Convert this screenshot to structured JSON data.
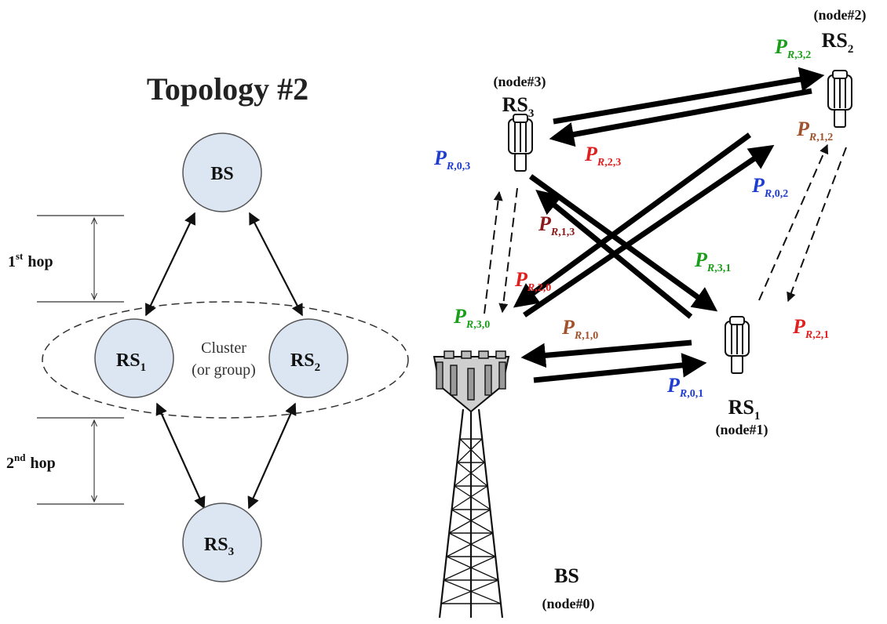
{
  "topology": {
    "title": "Topology #2",
    "nodes": {
      "bs": "BS",
      "rs1": {
        "base": "RS",
        "sub": "1"
      },
      "rs2": {
        "base": "RS",
        "sub": "2"
      },
      "rs3": {
        "base": "RS",
        "sub": "3"
      }
    },
    "cluster_line1": "Cluster",
    "cluster_line2": "(or group)",
    "hop1": {
      "num": "1",
      "sup": "st",
      "word": "hop"
    },
    "hop2": {
      "num": "2",
      "sup": "nd",
      "word": "hop"
    },
    "colors": {
      "node_fill": "#dce6f2",
      "node_stroke": "#555555"
    }
  },
  "network": {
    "bs": {
      "name": "BS",
      "id": "(node#0)"
    },
    "rs1": {
      "base": "RS",
      "sub": "1",
      "id": "(node#1)"
    },
    "rs2": {
      "base": "RS",
      "sub": "2",
      "id": "(node#2)"
    },
    "rs3": {
      "base": "RS",
      "sub": "3",
      "id": "(node#3)"
    },
    "power_labels": [
      {
        "key": "p32",
        "letter": "P",
        "r": "R",
        "idx": ",3,2",
        "color": "#1a9e1a"
      },
      {
        "key": "p12",
        "letter": "P",
        "r": "R",
        "idx": ",1,2",
        "color": "#a0522d"
      },
      {
        "key": "p03",
        "letter": "P",
        "r": "R",
        "idx": ",0,3",
        "color": "#1e3ccf"
      },
      {
        "key": "p23",
        "letter": "P",
        "r": "R",
        "idx": ",2,3",
        "color": "#e02020"
      },
      {
        "key": "p02",
        "letter": "P",
        "r": "R",
        "idx": ",0,2",
        "color": "#1e3ccf"
      },
      {
        "key": "p13",
        "letter": "P",
        "r": "R",
        "idx": ",1,3",
        "color": "#8b1a1a"
      },
      {
        "key": "p31",
        "letter": "P",
        "r": "R",
        "idx": ",3,1",
        "color": "#1a9e1a"
      },
      {
        "key": "p20",
        "letter": "P",
        "r": "R",
        "idx": ",2,0",
        "color": "#e02020"
      },
      {
        "key": "p30",
        "letter": "P",
        "r": "R",
        "idx": ",3,0",
        "color": "#1a9e1a"
      },
      {
        "key": "p10",
        "letter": "P",
        "r": "R",
        "idx": ",1,0",
        "color": "#a0522d"
      },
      {
        "key": "p21",
        "letter": "P",
        "r": "R",
        "idx": ",2,1",
        "color": "#e02020"
      },
      {
        "key": "p01",
        "letter": "P",
        "r": "R",
        "idx": ",0,1",
        "color": "#1e3ccf"
      }
    ]
  }
}
